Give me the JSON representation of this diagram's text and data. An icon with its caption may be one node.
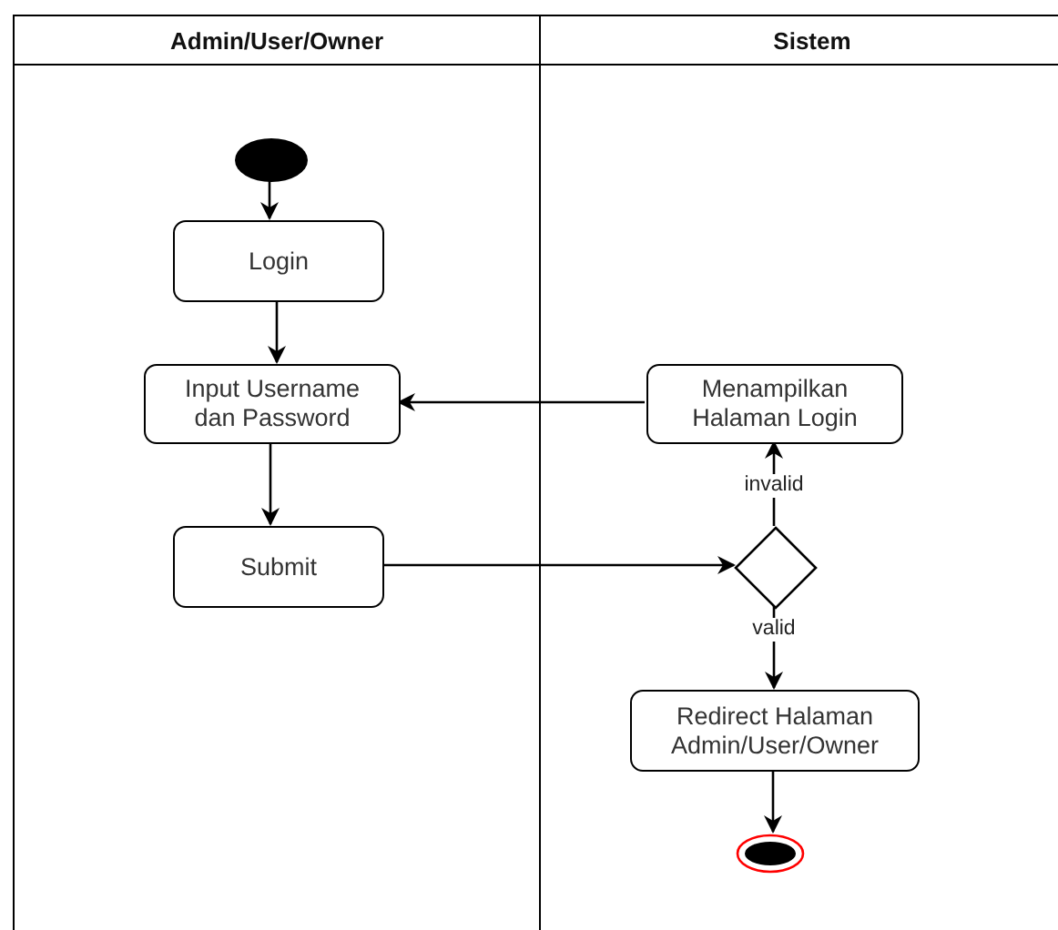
{
  "diagram": {
    "nodes": [
      {
        "text": [
          "Admin/User/Owner"
        ]
      },
      {
        "text": [
          "Sistem"
        ]
      },
      {
        "text": [],
        "shape": "circle",
        "in": 0
      },
      {
        "text": [
          "Login"
        ],
        "in": 0
      },
      {
        "text": [
          "Input Username dan Password"
        ],
        "in": 0
      },
      {
        "text": [
          "Submit"
        ],
        "in": 0
      },
      {
        "text": [
          "Menampilkan Halaman Login"
        ],
        "in": 1
      },
      {
        "text": [],
        "shape": "diamond",
        "in": 1
      },
      {
        "text": [
          "Redirect Halaman Admin/User/Owner"
        ],
        "in": 1
      },
      {
        "text": [],
        "shape": "bullseye",
        "in": 1
      }
    ],
    "edges": [
      {
        "from": 2,
        "to": 3,
        "arrow": "to"
      },
      {
        "from": 3,
        "to": 4,
        "arrow": "to"
      },
      {
        "from": 4,
        "to": 5,
        "arrow": "to"
      },
      {
        "from": 6,
        "to": 4,
        "arrow": "to"
      },
      {
        "from": 5,
        "to": 7,
        "arrow": "to"
      },
      {
        "from": 7,
        "to": 6,
        "arrow": "to",
        "label": "invalid"
      },
      {
        "from": 7,
        "to": 8,
        "arrow": "to",
        "label": "valid"
      },
      {
        "from": 8,
        "to": 9,
        "arrow": "to"
      }
    ]
  }
}
